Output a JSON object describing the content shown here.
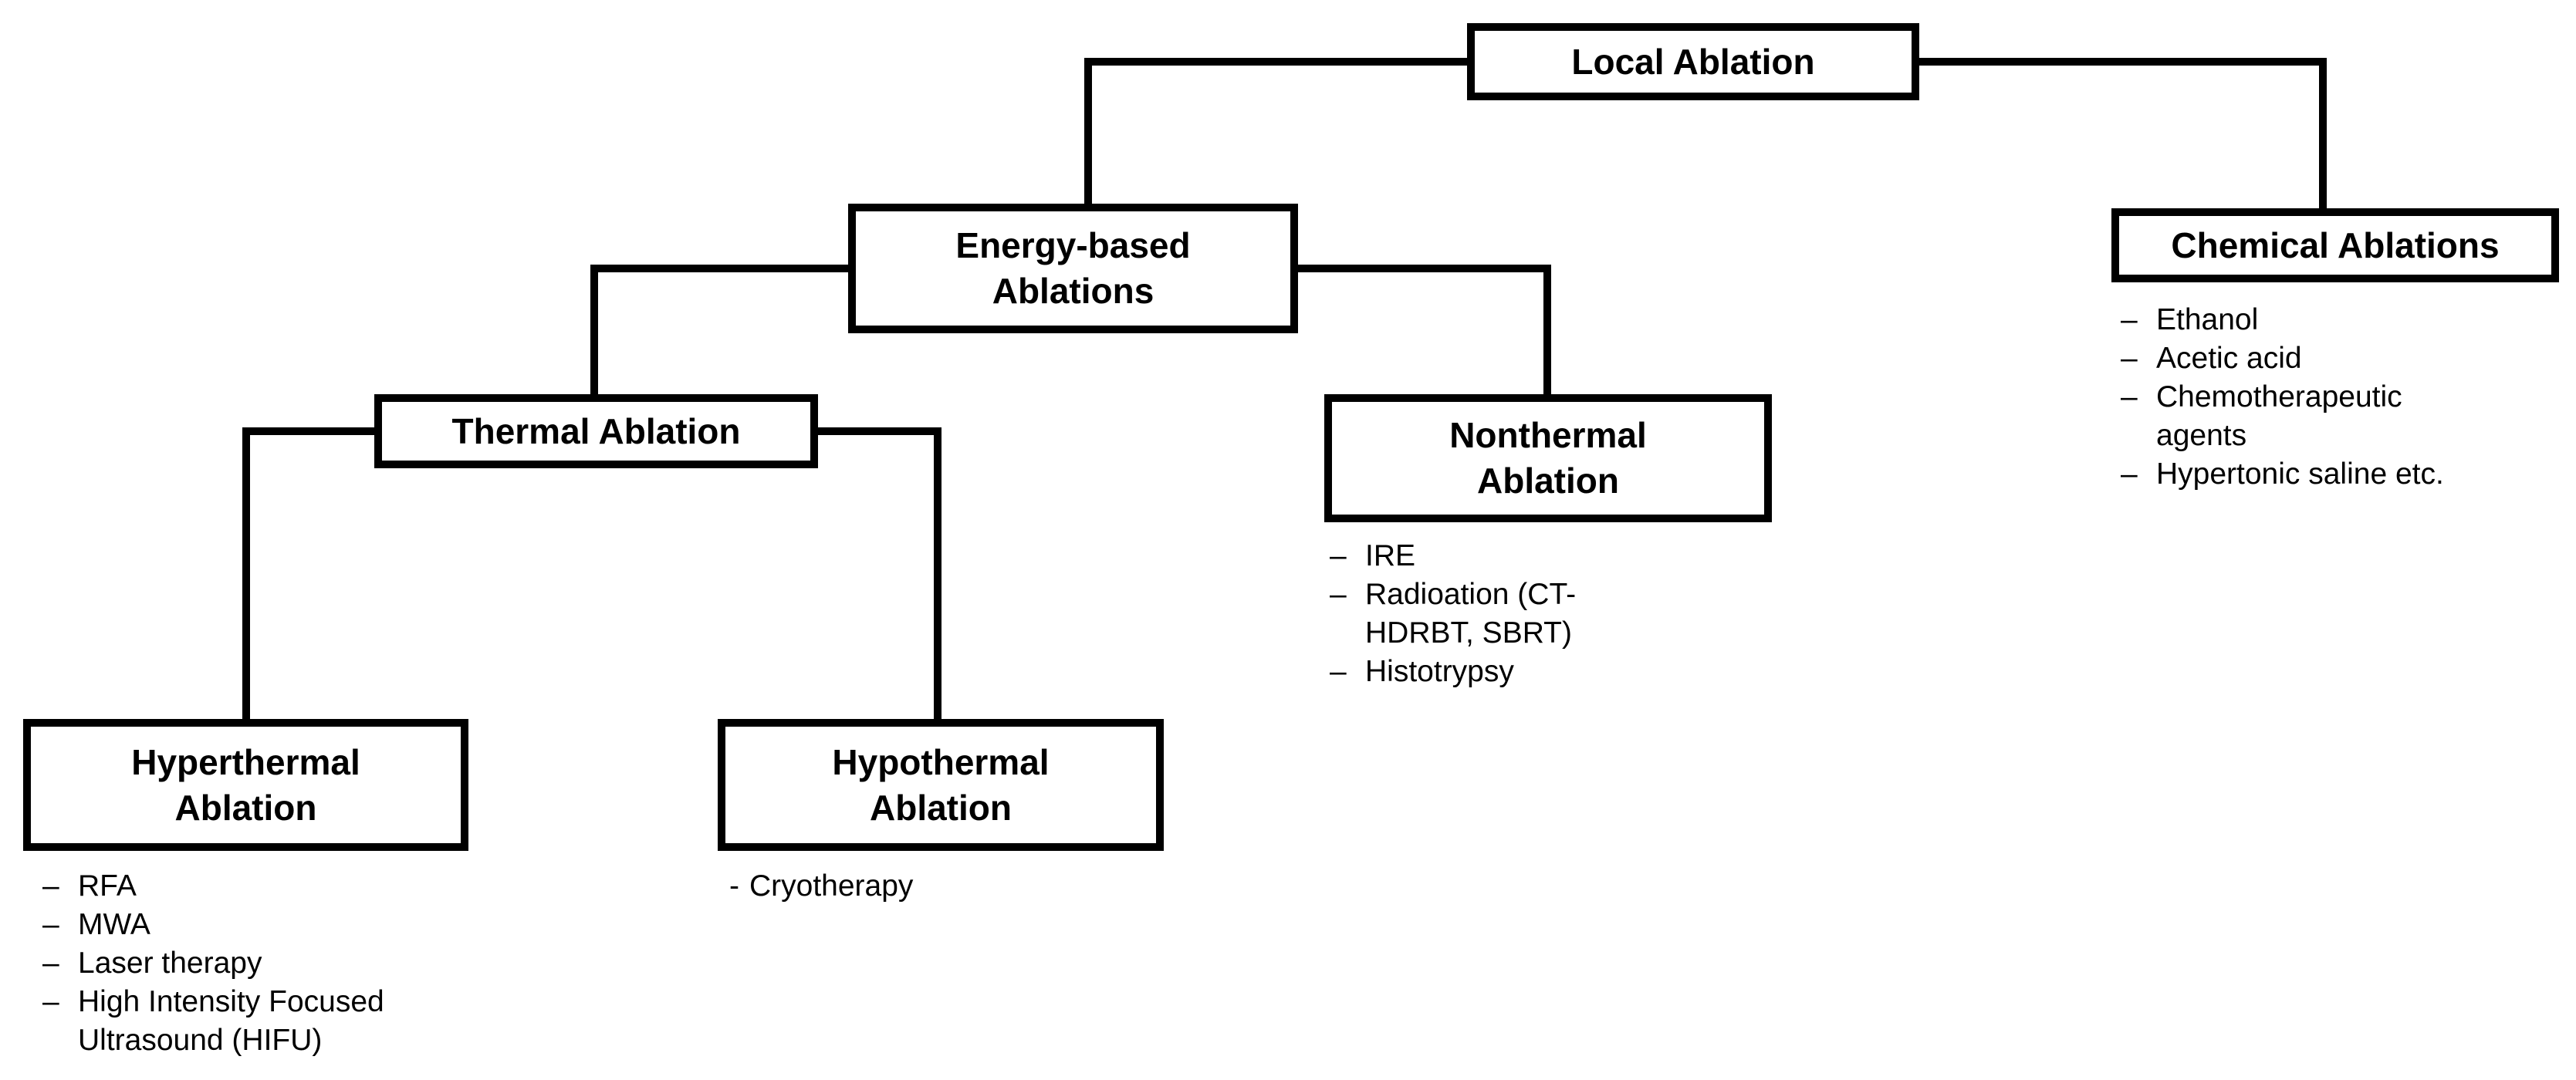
{
  "colors": {
    "background": "#ffffff",
    "line": "#000000",
    "text": "#000000"
  },
  "nodes": {
    "local": {
      "label": "Local Ablation"
    },
    "energy": {
      "label": "Energy-based\nAblations"
    },
    "chemical": {
      "label": "Chemical Ablations",
      "bullet": "–",
      "items": [
        "Ethanol",
        "Acetic acid",
        "Chemotherapeutic agents",
        "Hypertonic saline etc."
      ]
    },
    "thermal": {
      "label": "Thermal Ablation"
    },
    "nonthermal": {
      "label": "Nonthermal\nAblation",
      "bullet": "–",
      "items": [
        "IRE",
        "Radioation (CT-HDRBT, SBRT)",
        "Histotrypsy"
      ]
    },
    "hyperthermal": {
      "label": "Hyperthermal\nAblation",
      "bullet": "–",
      "items": [
        "RFA",
        "MWA",
        "Laser therapy",
        "High Intensity Focused Ultrasound (HIFU)"
      ]
    },
    "hypothermal": {
      "label": "Hypothermal\nAblation",
      "bullet": "-",
      "items": [
        "Cryotherapy"
      ]
    }
  }
}
